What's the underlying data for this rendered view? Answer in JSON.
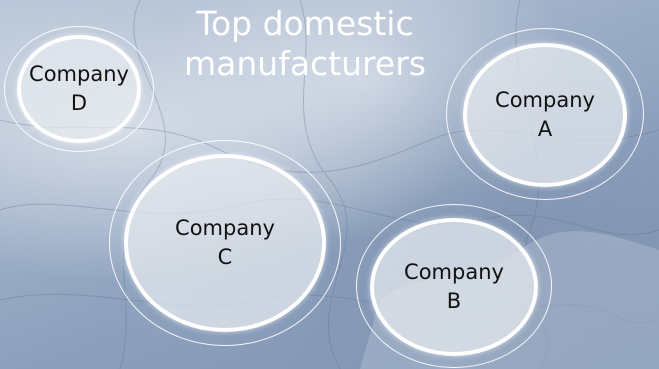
{
  "title": "Top domestic\nmanufacturers",
  "nodes": {
    "d": {
      "label": "Company\nD"
    },
    "a": {
      "label": "Company\nA"
    },
    "c": {
      "label": "Company\nC"
    },
    "b": {
      "label": "Company\nB"
    }
  }
}
